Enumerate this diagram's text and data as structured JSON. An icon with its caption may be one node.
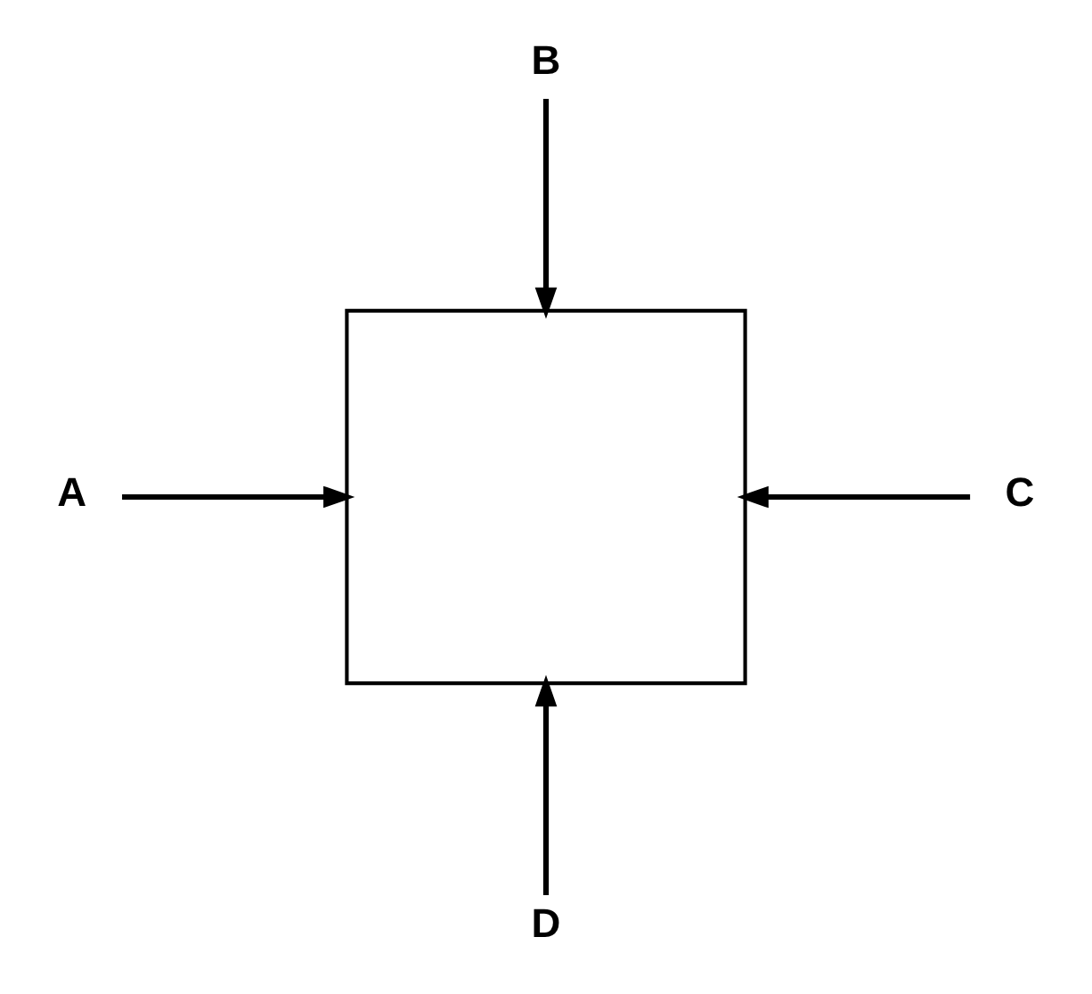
{
  "diagram": {
    "nodes": [
      {
        "text": [
          "B"
        ]
      },
      {
        "text": [
          "A"
        ]
      },
      {
        "text": [],
        "shape": "box"
      },
      {
        "text": [
          "C"
        ]
      },
      {
        "text": [
          "D"
        ]
      }
    ],
    "edges": [
      {
        "from": 0,
        "to": 2,
        "arrow": "to"
      },
      {
        "from": 1,
        "to": 2,
        "arrow": "to"
      },
      {
        "from": 3,
        "to": 2,
        "arrow": "to"
      },
      {
        "from": 4,
        "to": 2,
        "arrow": "to"
      }
    ]
  }
}
